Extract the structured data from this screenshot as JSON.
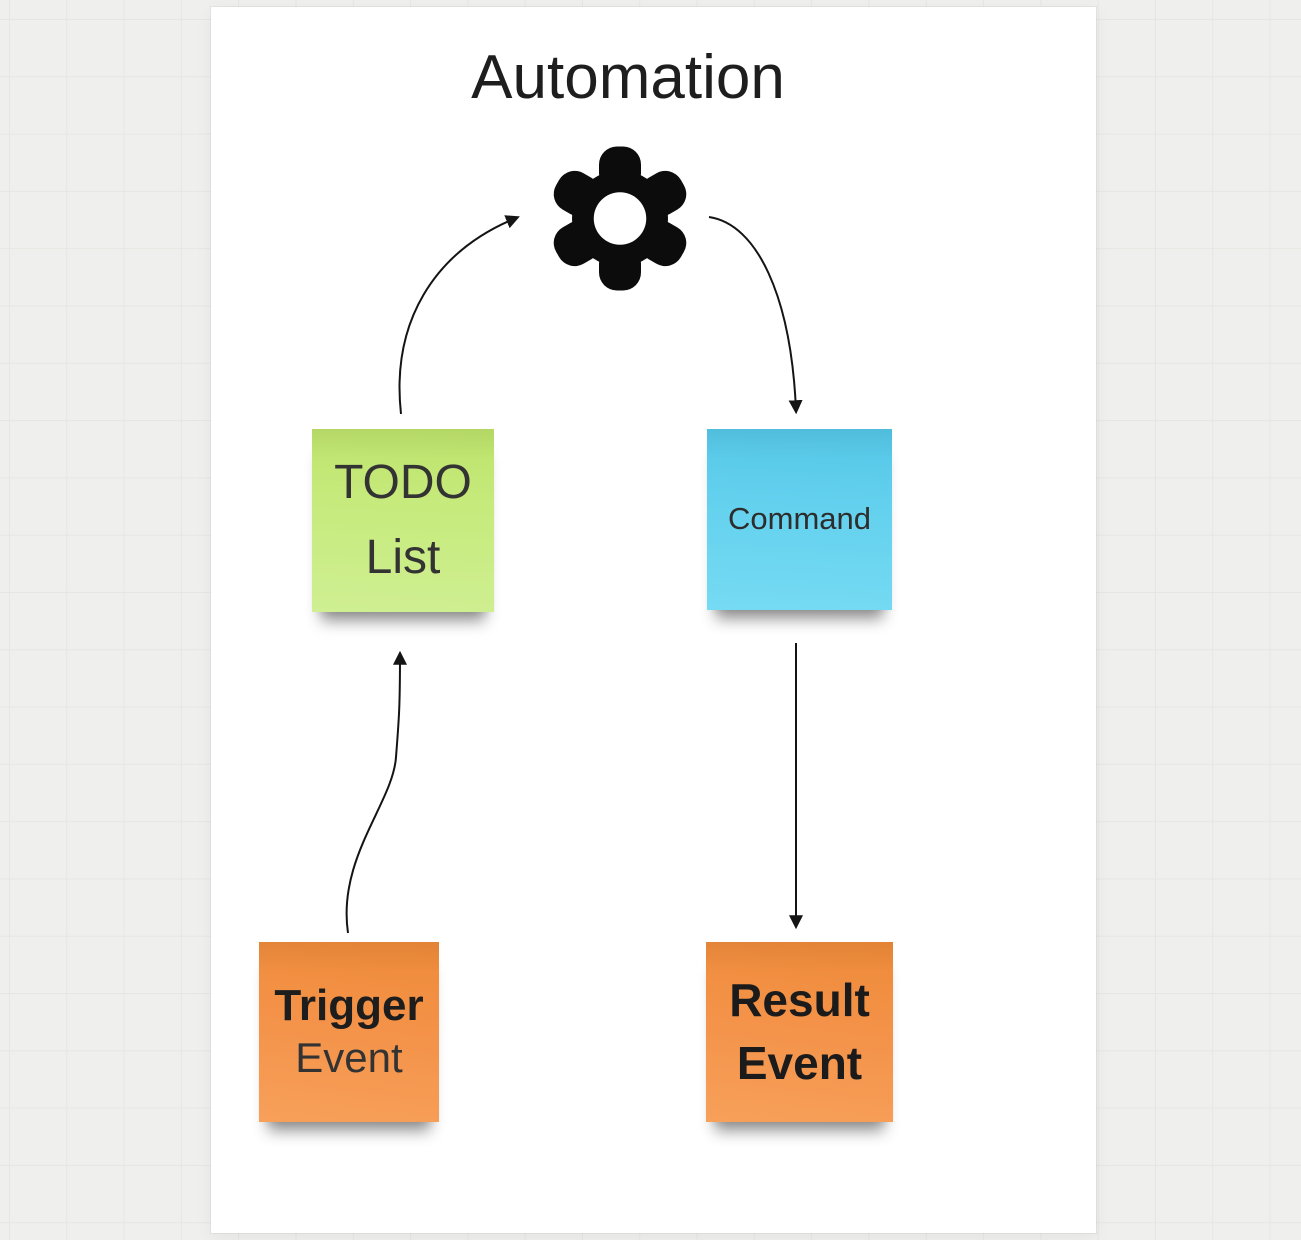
{
  "board": {
    "title": "Automation",
    "background_color": "#efefed",
    "grid_color": "#e6e6e3",
    "canvas_color": "#ffffff",
    "line_color": "#141414"
  },
  "gear": {
    "icon": "gear-icon",
    "color": "#0c0c0c"
  },
  "notes": [
    {
      "id": "todo-list",
      "lines": [
        "TODO",
        "List"
      ],
      "color": "#c6ea7b"
    },
    {
      "id": "command",
      "lines": [
        "Command"
      ],
      "color": "#63d1ee"
    },
    {
      "id": "trigger-event",
      "lines": [
        "Trigger",
        "Event"
      ],
      "color": "#f4934a"
    },
    {
      "id": "result-event",
      "lines": [
        "Result",
        "Event"
      ],
      "color": "#f4934a"
    }
  ],
  "connections": [
    {
      "from": "todo-list",
      "to": "gear-icon",
      "shape": "curved-arrow"
    },
    {
      "from": "gear-icon",
      "to": "command",
      "shape": "curved-arrow"
    },
    {
      "from": "trigger-event",
      "to": "todo-list",
      "shape": "s-curved-arrow"
    },
    {
      "from": "command",
      "to": "result-event",
      "shape": "straight-arrow"
    }
  ]
}
